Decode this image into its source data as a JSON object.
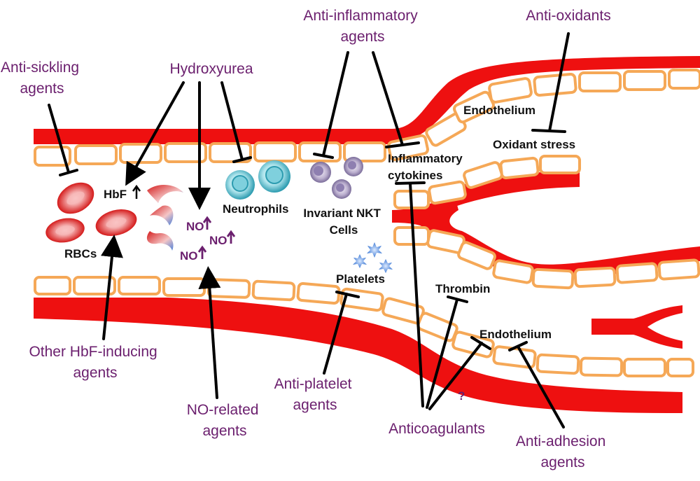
{
  "agents": {
    "anti_sickling": [
      "Anti-sickling",
      "agents"
    ],
    "hydroxyurea": "Hydroxyurea",
    "anti_inflammatory": [
      "Anti-inflammatory",
      "agents"
    ],
    "anti_oxidants": "Anti-oxidants",
    "other_hbf": [
      "Other HbF-inducing",
      "agents"
    ],
    "no_related": [
      "NO-related",
      "agents"
    ],
    "anti_platelet": [
      "Anti-platelet",
      "agents"
    ],
    "anticoagulants": "Anticoagulants",
    "anti_adhesion": [
      "Anti-adhesion",
      "agents"
    ]
  },
  "targets": {
    "endothelium_top": "Endothelium",
    "oxidant_stress": "Oxidant stress",
    "inflammatory_cytokines": [
      "Inflammatory",
      "cytokines"
    ],
    "hbf": "HbF",
    "rbcs": "RBCs",
    "neutrophils": "Neutrophils",
    "invariant_nkt": [
      "Invariant NKT",
      "Cells"
    ],
    "no_marker": "NO",
    "platelets": "Platelets",
    "thrombin": "Thrombin",
    "endothelium_bottom": "Endothelium",
    "question_mark": "?"
  },
  "colors": {
    "vessel_wall": "#ee1010",
    "endothelial_cell_border": "#f5a857",
    "agent_text": "#6b1f6e",
    "target_text": "#111111",
    "arrow": "#000000"
  }
}
